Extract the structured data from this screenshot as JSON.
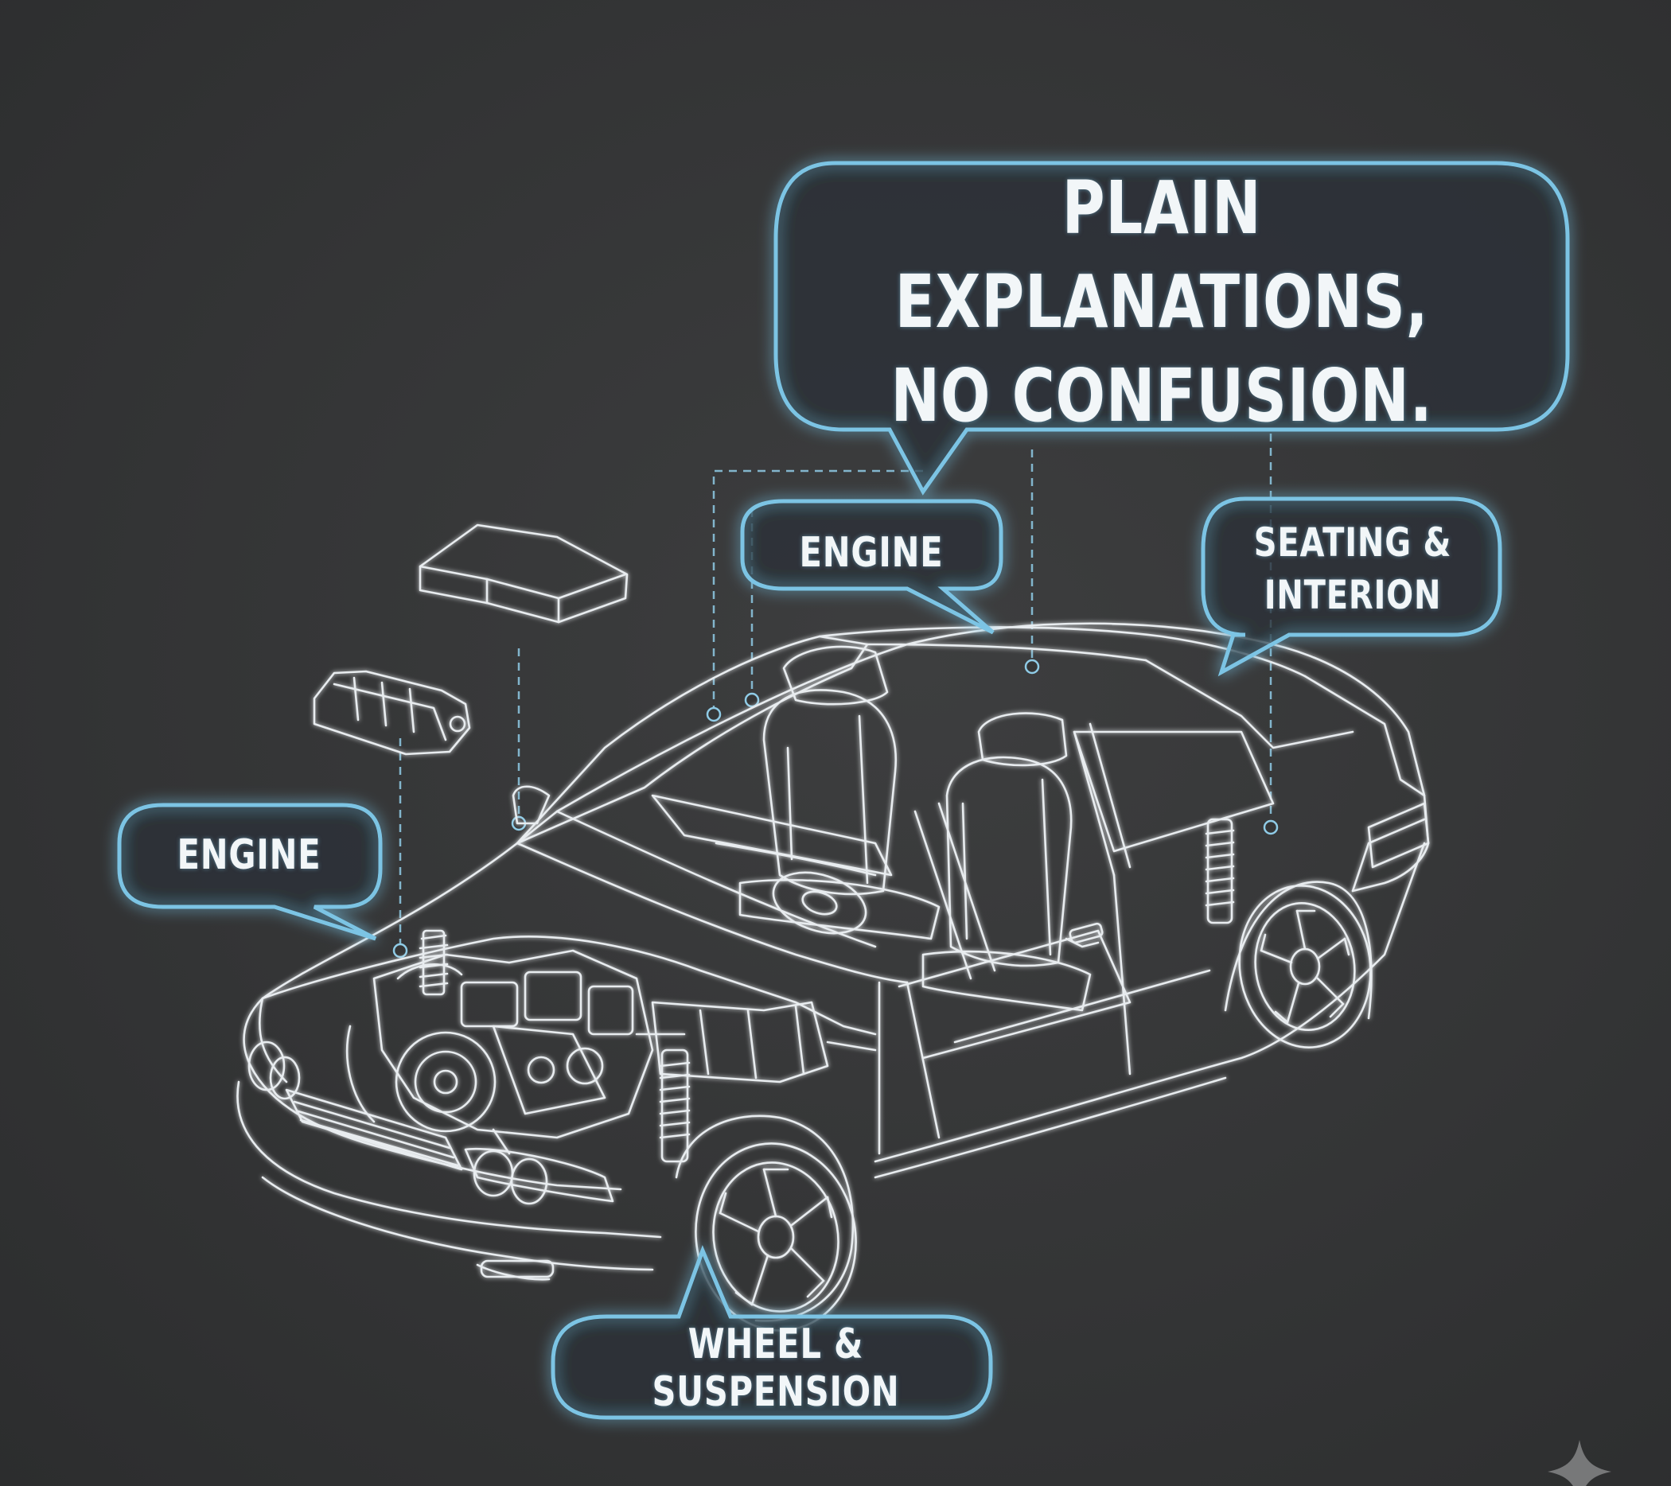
{
  "headline": {
    "line1": "PLAIN EXPLANATIONS,",
    "line2": "NO CONFUSION."
  },
  "callouts": {
    "engine_top": "ENGINE",
    "seating_line1": "SEATING &",
    "seating_line2": "INTERION",
    "engine_left": "ENGINE",
    "wheel": "WHEEL & SUSPENSION"
  },
  "colors": {
    "background": "#353637",
    "bubble_stroke": "#7cc4e4",
    "bubble_fill": "#2a3236",
    "line_art": "#e8ecef",
    "text": "#f2f6f8"
  }
}
